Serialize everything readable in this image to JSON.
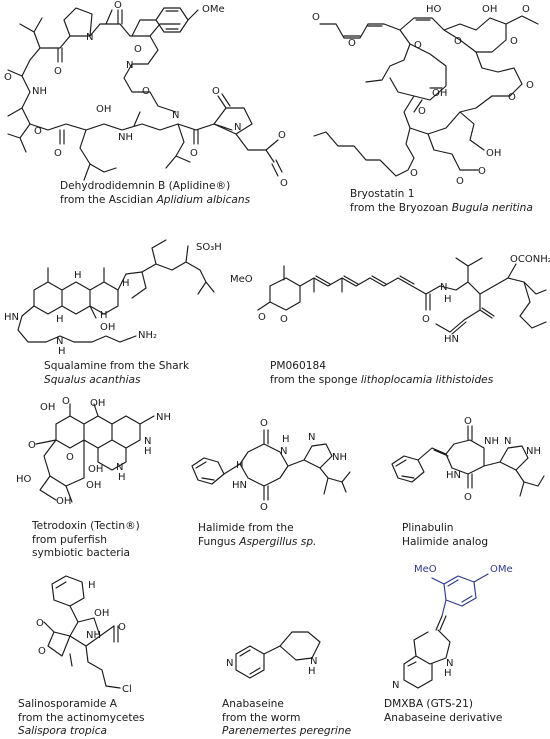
{
  "compounds": [
    {
      "id": "aplidine",
      "line1": "Dehydrodidemnin B (Aplidine®)",
      "line2_prefix": "from the Ascidian ",
      "line2_italic": "Aplidium albicans",
      "atoms": {
        "ome": "OMe",
        "n1": "N",
        "n2": "N",
        "n3": "N",
        "n4": "N",
        "nh1": "NH",
        "nh2": "NH",
        "o1": "O",
        "o2": "O",
        "o3": "O",
        "o4": "O",
        "o5": "O",
        "o6": "O",
        "o7": "O",
        "o8": "O",
        "o9": "O",
        "o10": "O",
        "o11": "O",
        "oh": "OH"
      }
    },
    {
      "id": "bryostatin",
      "line1": "Bryostatin 1",
      "line2_prefix": "from the Bryozoan ",
      "line2_italic": "Bugula neritina",
      "atoms": {
        "o1": "O",
        "o2": "O",
        "o3": "O",
        "o4": "O",
        "o5": "O",
        "o6": "O",
        "o7": "O",
        "o8": "O",
        "o9": "O",
        "o10": "O",
        "oh1": "HO",
        "oh2": "OH",
        "oh3": "OH",
        "oh4": "OH",
        "o11": "O",
        "o12": "O"
      }
    },
    {
      "id": "squalamine",
      "line1": "Squalamine from the Shark",
      "line2_italic": "Squalus acanthias",
      "atoms": {
        "so3h": "SO₃H",
        "h1": "H",
        "h2": "H",
        "h3": "H",
        "h4": "H",
        "hn": "HN",
        "nh": "N",
        "nh2": "NH₂",
        "oh": "OH",
        "hn2": "H"
      }
    },
    {
      "id": "pm060184",
      "line1": "PM060184",
      "line2_prefix": "from the sponge ",
      "line2_italic": "lithoplocamia lithistoides",
      "atoms": {
        "meo": "MeO",
        "o1": "O",
        "o2": "O",
        "o3": "O",
        "n1": "N",
        "h1": "H",
        "hn": "HN",
        "oconh2": "OCONH₂"
      }
    },
    {
      "id": "tetrodoxin",
      "line1": "Tetrodoxin (Tectin®)",
      "line2": "from puferfish",
      "line3": "symbiotic bacteria",
      "atoms": {
        "oh1": "O",
        "oh2": "OH",
        "oh3": "OH",
        "o1": "O",
        "o2": "O",
        "nh": "NH",
        "h1": "H",
        "n1": "N",
        "n2": "N",
        "h2": "H",
        "ho": "HO",
        "oh4": "OH",
        "oh5": "OH",
        "oh6": "OH"
      }
    },
    {
      "id": "halimide",
      "line1": "Halimide from the",
      "line2_prefix": "Fungus ",
      "line2_italic": "Aspergillus sp.",
      "atoms": {
        "o1": "O",
        "o2": "O",
        "n1": "N",
        "h1": "H",
        "nh": "HN",
        "n2": "N",
        "nh2": "NH",
        "h2": "H"
      }
    },
    {
      "id": "plinabulin",
      "line1": "Plinabulin",
      "line2": "Halimide analog",
      "atoms": {
        "o1": "O",
        "o2": "O",
        "nh1": "HN",
        "nh2": "NH",
        "n": "N",
        "nh3": "NH"
      }
    },
    {
      "id": "salinosporamide",
      "line1": "Salinosporamide A",
      "line2": "from the actinomycetes",
      "line3_italic": "Salispora tropica",
      "atoms": {
        "oh": "OH",
        "o1": "O",
        "o2": "O",
        "o3": "O",
        "nh": "NH",
        "h": "H",
        "cl": "Cl"
      }
    },
    {
      "id": "anabaseine",
      "line1": "Anabaseine",
      "line2": "from the worm",
      "line3_italic": "Parenemertes peregrine",
      "atoms": {
        "n": "N",
        "nh": "H",
        "n2": "N"
      }
    },
    {
      "id": "dmxba",
      "line1": "DMXBA (GTS-21)",
      "line2": "Anabaseine derivative",
      "atoms": {
        "meo": "MeO",
        "ome": "OMe",
        "n": "N",
        "nh": "H",
        "n2": "N"
      }
    }
  ],
  "colors": {
    "ink": "#1a1a1a",
    "dmxba_accent": "#2e3a8c"
  }
}
